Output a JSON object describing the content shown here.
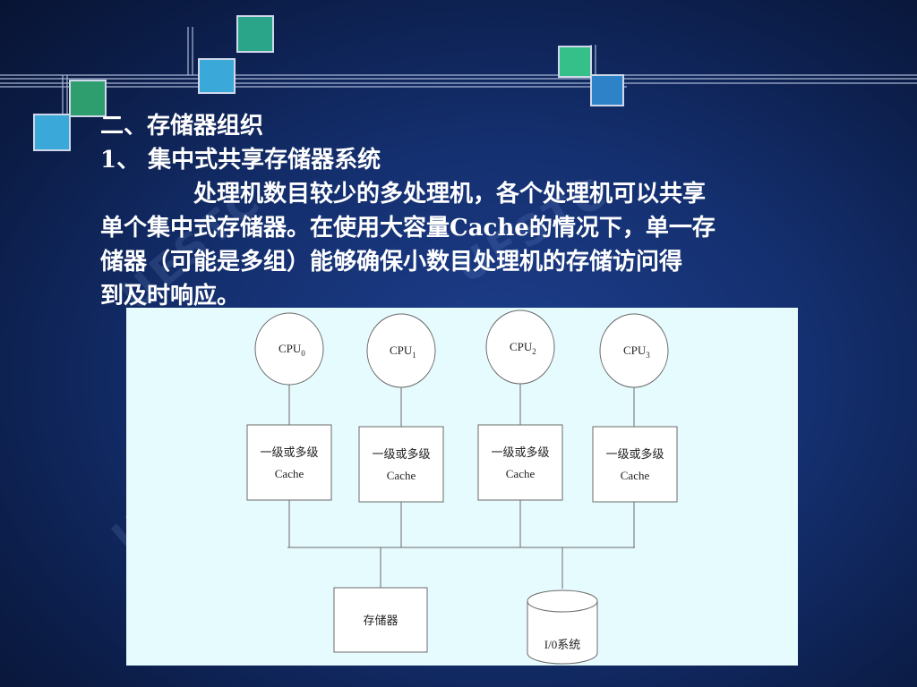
{
  "slide": {
    "heading": "二、存储器组织",
    "subheading": "1、 集中式共享存储器系统",
    "paragraph": [
      "处理机数目较少的多处理机，各个处理机可以共享",
      "单个集中式存储器。在使用大容量Cache的情况下，单一存",
      "储器（可能是多组）能够确保小数目处理机的存储访问得",
      "到及时响应。"
    ]
  },
  "watermark": "UESTC",
  "diagram": {
    "cpus": [
      {
        "base": "CPU",
        "sub": "0"
      },
      {
        "base": "CPU",
        "sub": "1"
      },
      {
        "base": "CPU",
        "sub": "2"
      },
      {
        "base": "CPU",
        "sub": "3"
      }
    ],
    "caches": [
      {
        "line1": "一级或多级",
        "line2": "Cache"
      },
      {
        "line1": "一级或多级",
        "line2": "Cache"
      },
      {
        "line1": "一级或多级",
        "line2": "Cache"
      },
      {
        "line1": "一级或多级",
        "line2": "Cache"
      }
    ],
    "memory_label": "存储器",
    "io_label": "I/0系统"
  },
  "colors": {
    "background": "#142f6e",
    "diagram_bg": "#e6fbfd",
    "accent_blue": "#3aa8d8",
    "accent_green": "#2eae7a"
  }
}
